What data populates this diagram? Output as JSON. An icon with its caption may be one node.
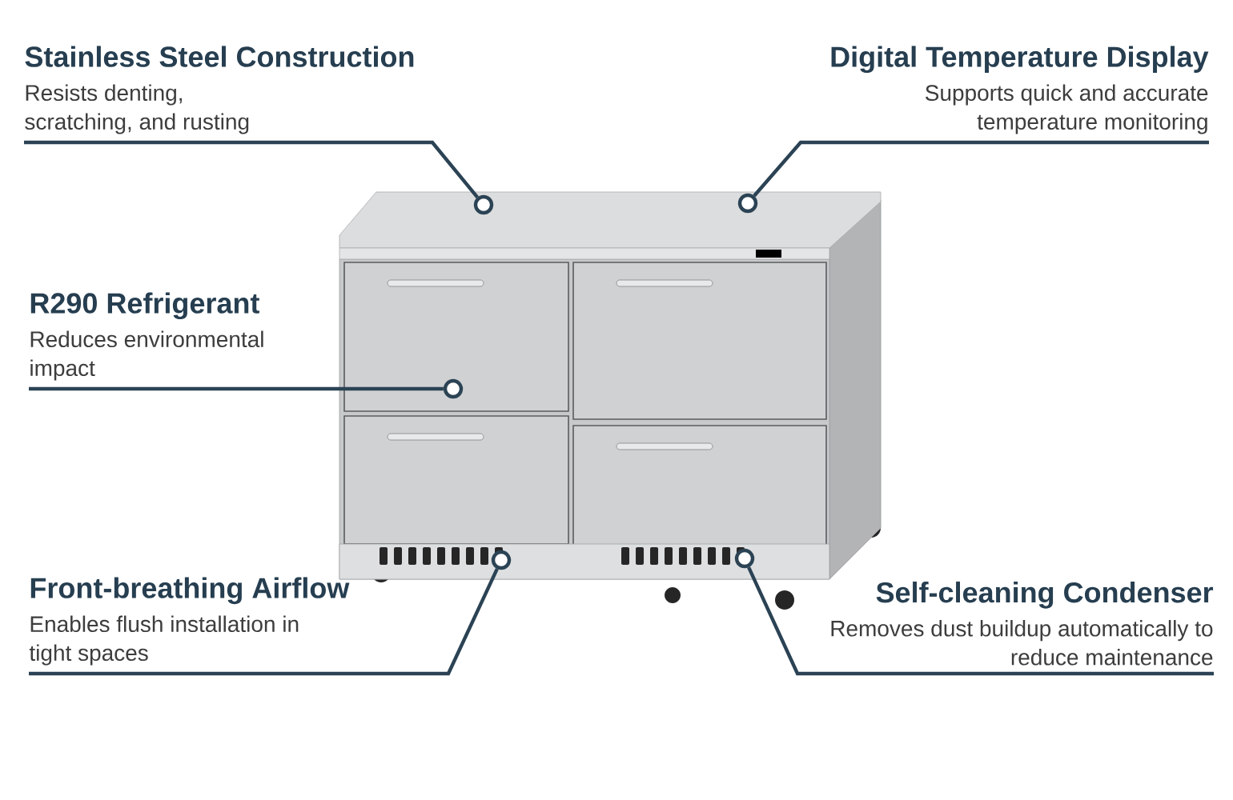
{
  "diagram": {
    "nodes": [
      {
        "text": [
          "Stainless Steel Construction",
          "Resists denting, scratching, and rusting"
        ]
      },
      {
        "text": [
          "Digital Temperature Display",
          "Supports quick and accurate temperature monitoring"
        ]
      },
      {
        "text": [
          "R290 Refrigerant",
          "Reduces environmental impact"
        ]
      },
      {
        "text": [
          "Front-breathing Airflow",
          "Enables flush installation in tight spaces"
        ]
      },
      {
        "text": [
          "Self-cleaning Condenser",
          "Removes dust buildup automatically to reduce maintenance"
        ]
      },
      {
        "text": [],
        "shape": "circle"
      },
      {
        "text": [],
        "shape": "circle"
      },
      {
        "text": [],
        "shape": "circle"
      },
      {
        "text": [],
        "shape": "circle"
      },
      {
        "text": [],
        "shape": "circle"
      }
    ],
    "edges": [
      {
        "from": 0,
        "to": 5,
        "arrow": "none"
      },
      {
        "from": 1,
        "to": 6,
        "arrow": "none"
      },
      {
        "from": 2,
        "to": 7,
        "arrow": "none"
      },
      {
        "from": 3,
        "to": 8,
        "arrow": "none"
      },
      {
        "from": 4,
        "to": 9,
        "arrow": "none"
      }
    ]
  }
}
